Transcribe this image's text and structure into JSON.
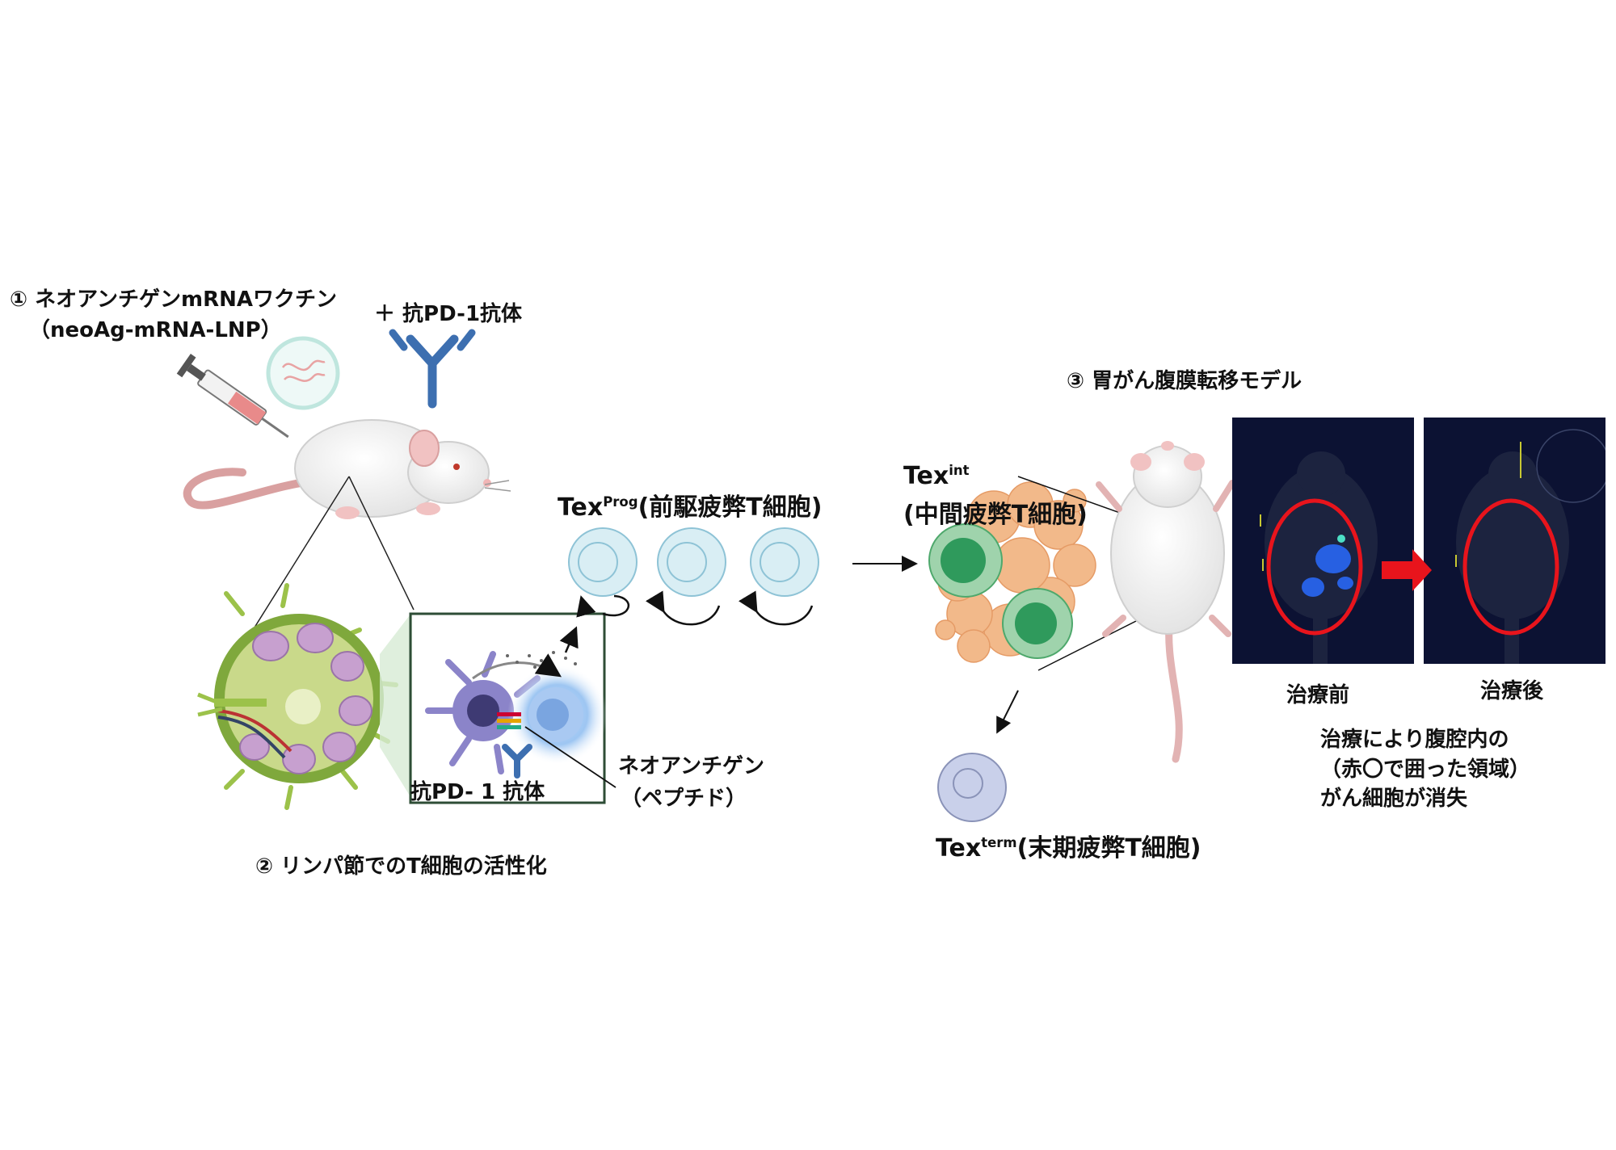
{
  "step1": {
    "title_line1": "① ネオアンチゲンmRNAワクチン",
    "title_line2": "（neoAg-mRNA-LNP）",
    "plus_antibody": "＋ 抗PD-1抗体"
  },
  "step2": {
    "antibody_label": "抗PD- 1 抗体",
    "neoantigen_line1": "ネオアンチゲン",
    "neoantigen_line2": "（ペプチド）",
    "caption": "② リンパ節でのT細胞の活性化"
  },
  "tex_prog": {
    "prefix": "Tex",
    "sup": "Prog",
    "suffix": "(前駆疲弊T細胞)"
  },
  "tex_int": {
    "prefix": "Tex",
    "sup": "int",
    "line2": "(中間疲弊T細胞)"
  },
  "tex_term": {
    "prefix": "Tex",
    "sup": "term",
    "suffix": "(末期疲弊T細胞)"
  },
  "step3": {
    "title": "③ 胃がん腹膜転移モデル",
    "before_label": "治療前",
    "after_label": "治療後",
    "result_line1": "治療により腹腔内の",
    "result_line2": "（赤〇で囲った領域）",
    "result_line3": "がん細胞が消失"
  },
  "colors": {
    "accent_red": "#e8141c",
    "antibody_blue": "#3d6fb0",
    "prog_cell": "#d9eef4",
    "int_cell": "#2f9a5c",
    "term_cell": "#c9d0ea",
    "lymph_green": "#7fa83c",
    "tumor_orange": "#f2b98a"
  }
}
